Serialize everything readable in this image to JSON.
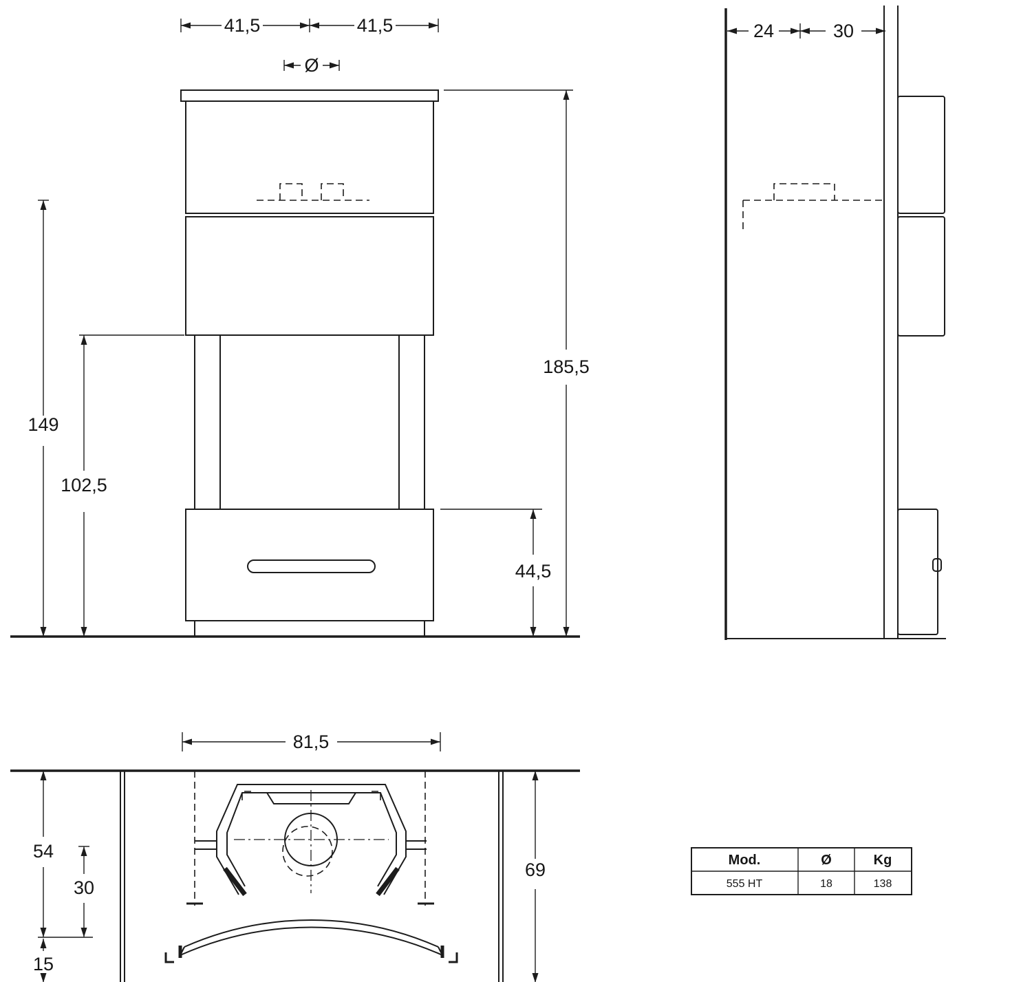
{
  "front_view": {
    "dim_width_left": "41,5",
    "dim_width_right": "41,5",
    "dim_flue_diameter_symbol": "Ø",
    "dim_height_total": "185,5",
    "dim_height_flue_center": "149",
    "dim_height_top_section": "102,5",
    "dim_height_base": "44,5"
  },
  "side_view": {
    "dim_wall_to_flue": "24",
    "dim_flue_to_front": "30"
  },
  "plan_view": {
    "dim_width_front": "81,5",
    "dim_depth_body": "54",
    "dim_depth_inner": "30",
    "dim_front_bulge": "15",
    "dim_depth_total": "69"
  },
  "spec_table": {
    "header_model": "Mod.",
    "header_diameter": "Ø",
    "header_weight": "Kg",
    "value_model": "555 HT",
    "value_diameter": "18",
    "value_weight": "138"
  }
}
